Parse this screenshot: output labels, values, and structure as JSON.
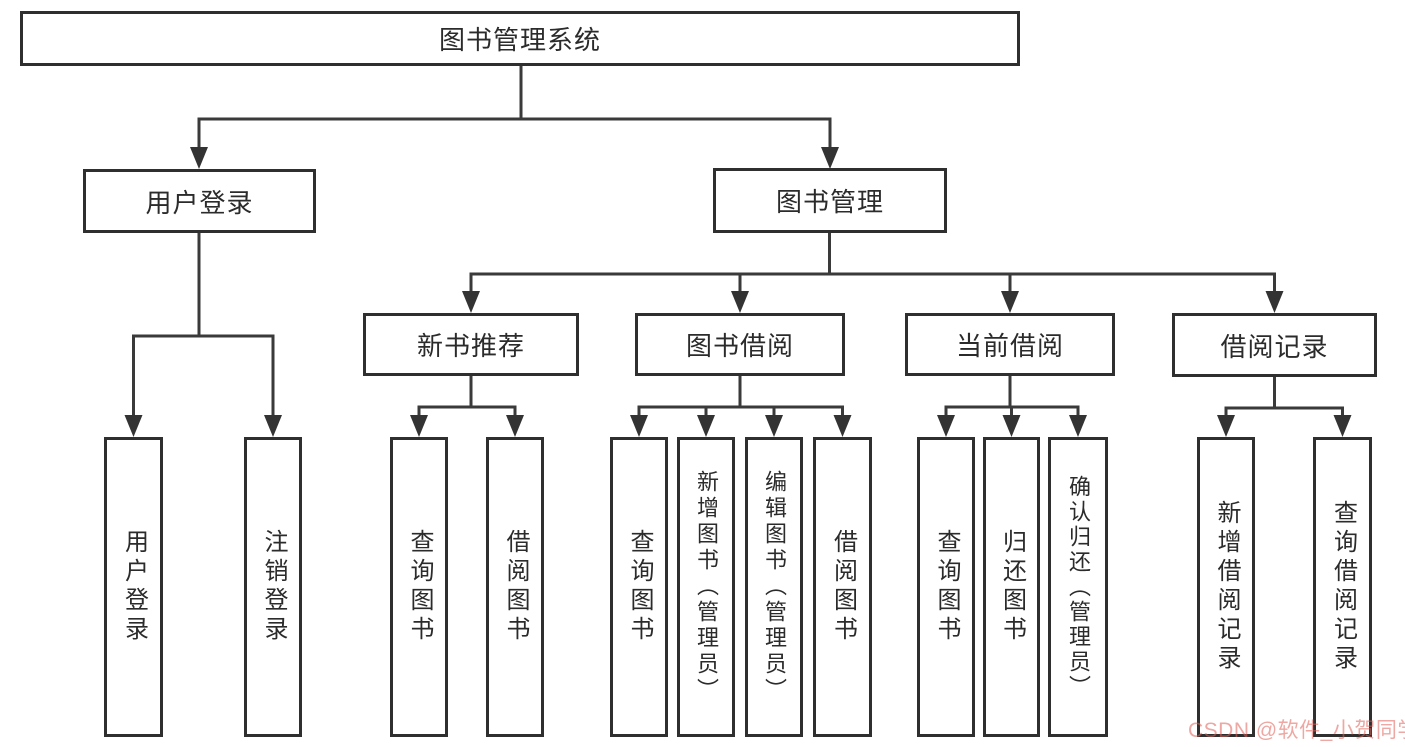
{
  "diagram_type": "hierarchy-diagram",
  "nodes": {
    "root": {
      "label": "图书管理系统"
    },
    "user_login": {
      "label": "用户登录"
    },
    "book_mgmt": {
      "label": "图书管理"
    },
    "new_book_rec": {
      "label": "新书推荐"
    },
    "book_borrow": {
      "label": "图书借阅"
    },
    "current_borrow": {
      "label": "当前借阅"
    },
    "borrow_records": {
      "label": "借阅记录"
    },
    "leaf_user_login": {
      "label": "用户登录"
    },
    "leaf_logout": {
      "label": "注销登录"
    },
    "leaf_nbr_query": {
      "label": "查询图书"
    },
    "leaf_nbr_borrow": {
      "label": "借阅图书"
    },
    "leaf_bb_query": {
      "label": "查询图书"
    },
    "leaf_bb_add": {
      "label": "新增图书（管理员）"
    },
    "leaf_bb_edit": {
      "label": "编辑图书（管理员）"
    },
    "leaf_bb_borrow": {
      "label": "借阅图书"
    },
    "leaf_cb_query": {
      "label": "查询图书"
    },
    "leaf_cb_return": {
      "label": "归还图书"
    },
    "leaf_cb_confirm": {
      "label": "确认归还（管理员）"
    },
    "leaf_br_add": {
      "label": "新增借阅记录"
    },
    "leaf_br_query": {
      "label": "查询借阅记录"
    }
  },
  "hierarchy": {
    "图书管理系统": [
      "用户登录",
      "图书管理"
    ],
    "用户登录": [
      "用户登录",
      "注销登录"
    ],
    "图书管理": [
      "新书推荐",
      "图书借阅",
      "当前借阅",
      "借阅记录"
    ],
    "新书推荐": [
      "查询图书",
      "借阅图书"
    ],
    "图书借阅": [
      "查询图书",
      "新增图书（管理员）",
      "编辑图书（管理员）",
      "借阅图书"
    ],
    "当前借阅": [
      "查询图书",
      "归还图书",
      "确认归还（管理员）"
    ],
    "借阅记录": [
      "新增借阅记录",
      "查询借阅记录"
    ]
  },
  "watermark": {
    "text": "CSDN @软件_小贺同学",
    "color": "#e05f55"
  },
  "colors": {
    "background": "#ffffff",
    "line": "#3a3a3a",
    "box_border": "#2f2f2f",
    "text": "#2b2b2b"
  }
}
